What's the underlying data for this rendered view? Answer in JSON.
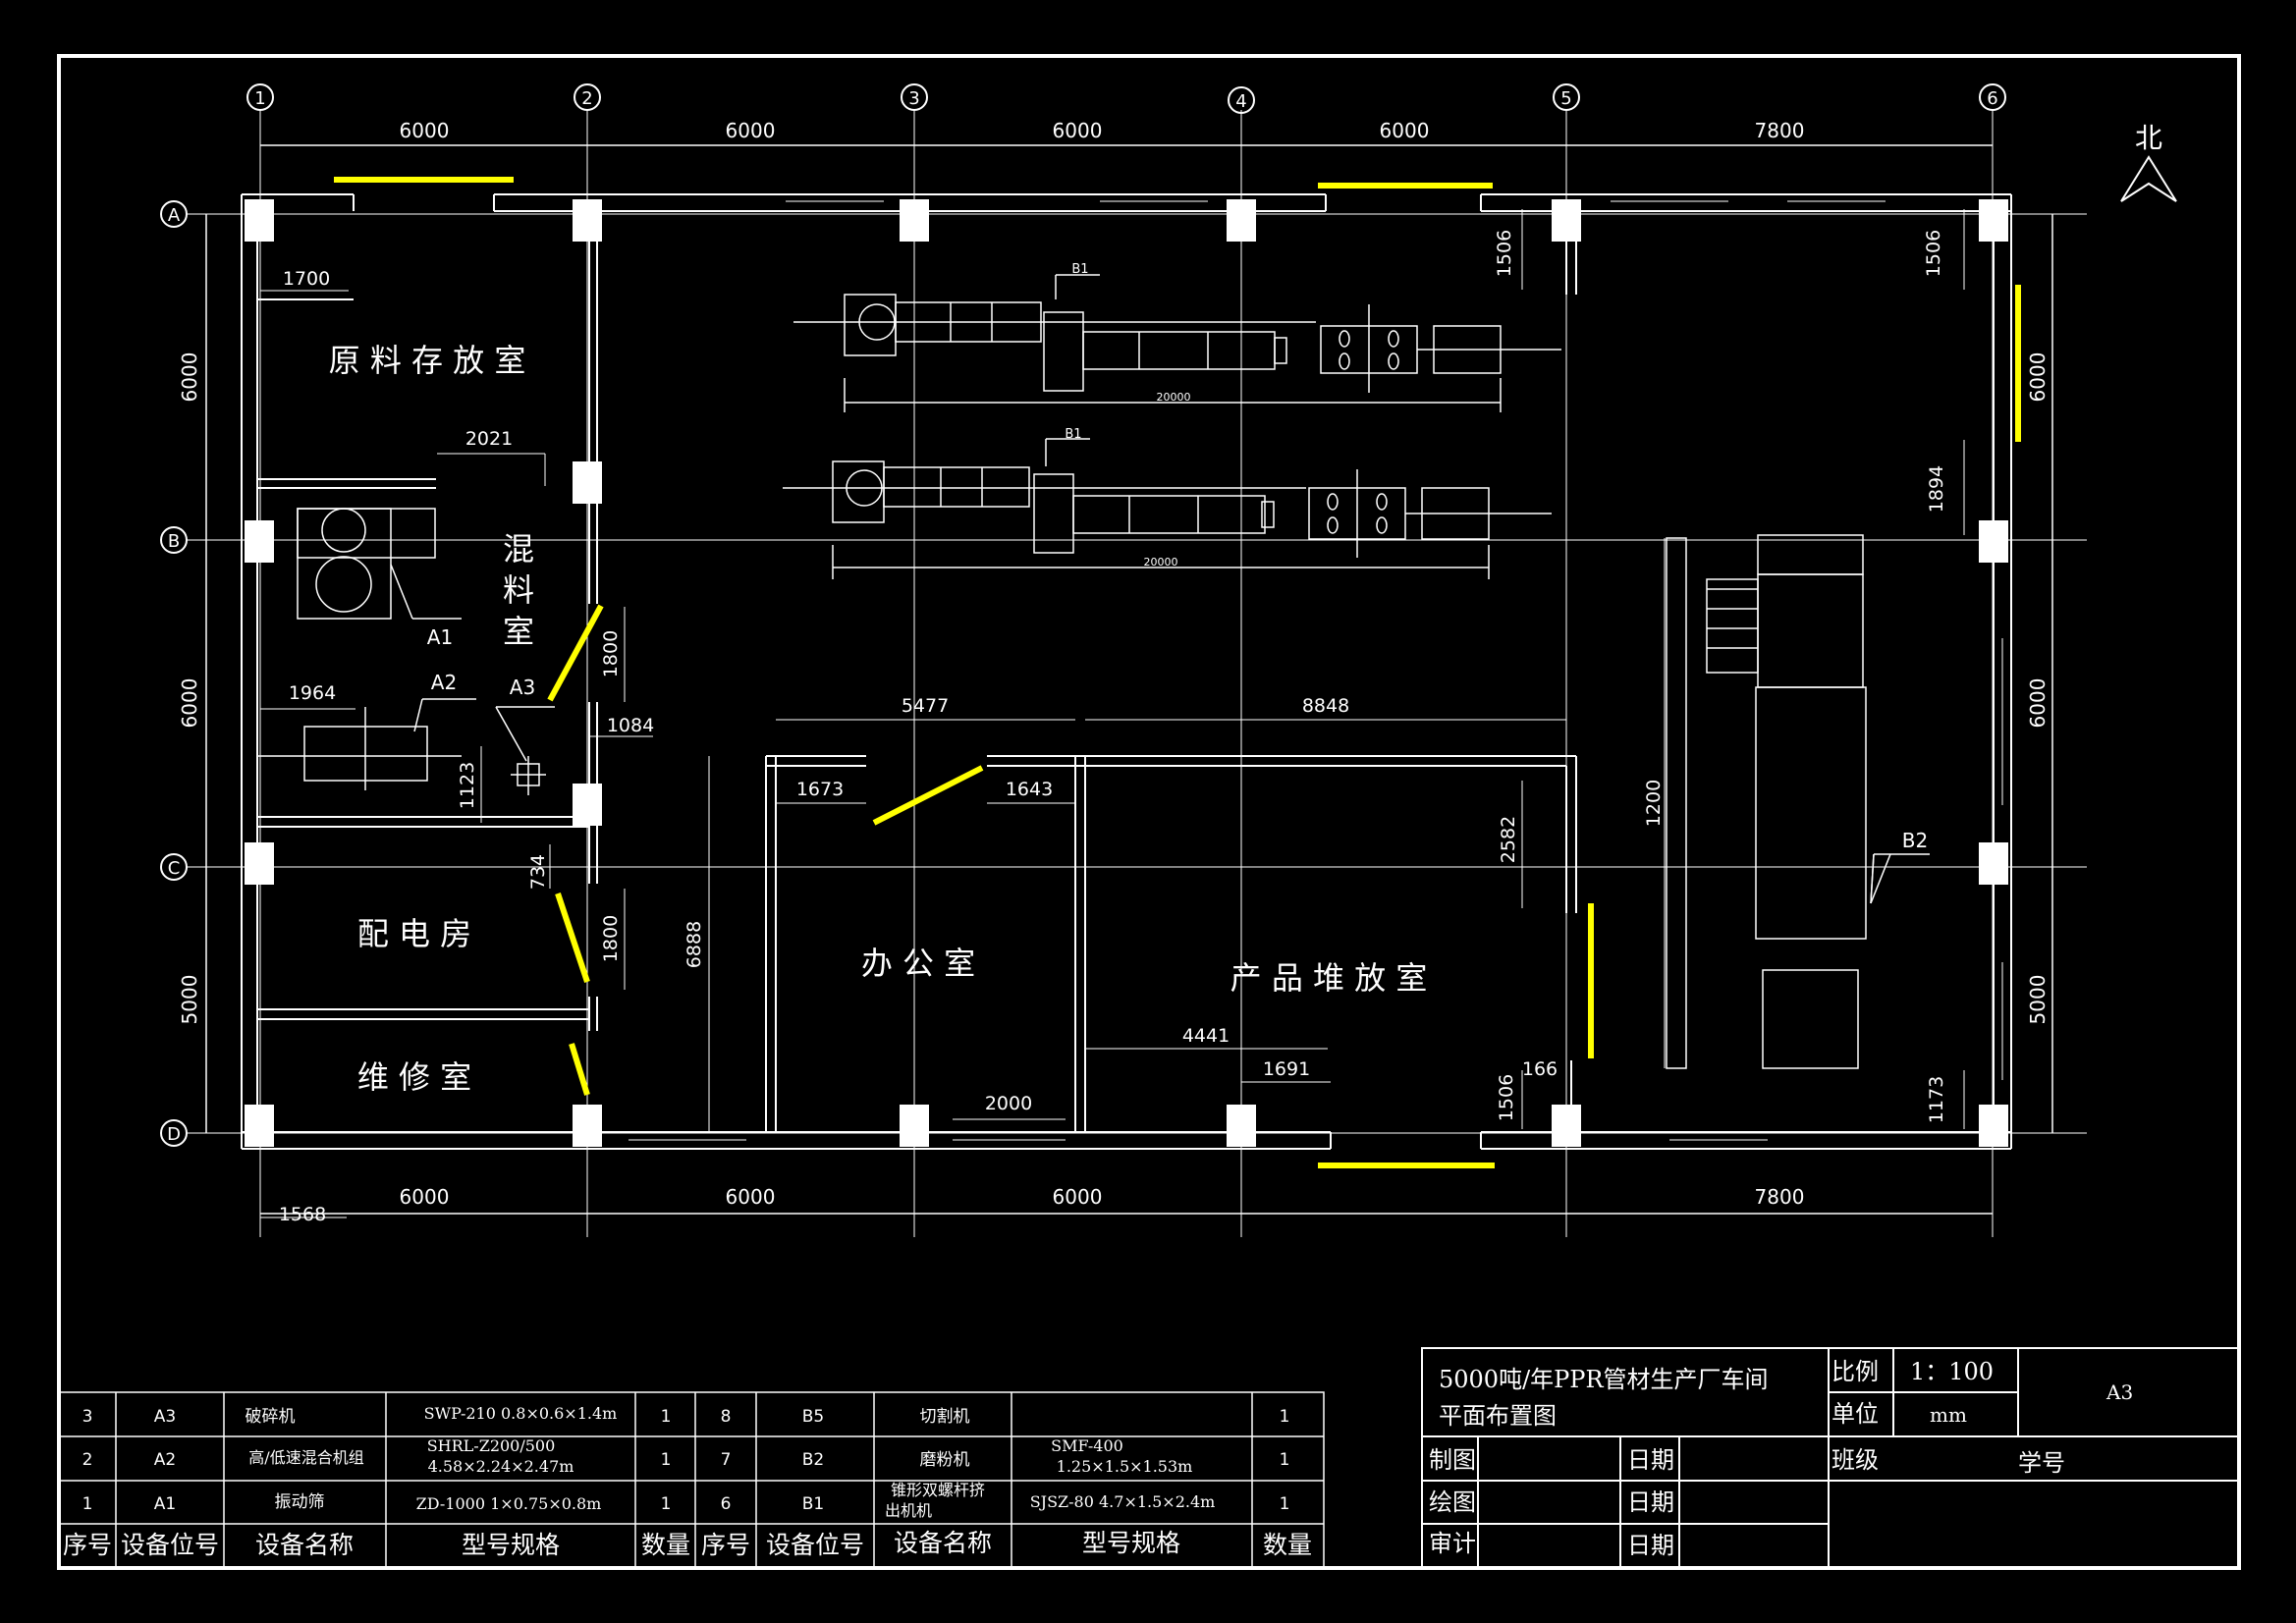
{
  "grid": {
    "columns": [
      "1",
      "2",
      "3",
      "4",
      "5",
      "6"
    ],
    "rows": [
      "A",
      "B",
      "C",
      "D"
    ]
  },
  "north": "北",
  "dims": {
    "top": [
      "6000",
      "6000",
      "6000",
      "6000",
      "7800"
    ],
    "bottom": [
      "6000",
      "6000",
      "6000",
      "7800"
    ],
    "left": [
      "6000",
      "6000",
      "5000"
    ],
    "right": [
      "6000",
      "6000",
      "5000"
    ],
    "d1700": "1700",
    "d2021": "2021",
    "d1964": "1964",
    "d1123": "1123",
    "d734": "734",
    "d1800a": "1800",
    "d1800b": "1800",
    "d1084": "1084",
    "d1568": "1568",
    "d5477": "5477",
    "d8848": "8848",
    "d1673": "1673",
    "d1643": "1643",
    "d6888": "6888",
    "d2000": "2000",
    "d4441": "4441",
    "d1691": "1691",
    "d2582": "2582",
    "d1506a": "1506",
    "d1506b": "1506",
    "d1506c": "1506",
    "d166": "166",
    "d1894": "1894",
    "d1173": "1173",
    "d1200": "1200",
    "d20000a": "20000",
    "d20000b": "20000"
  },
  "rooms": {
    "raw": "原 料 存 放 室",
    "mix": [
      "混",
      "料",
      "室"
    ],
    "power": "配    电    房",
    "repair": "维    修    室",
    "office": "办    公    室",
    "product": "产    品    堆    放    室"
  },
  "equipment_tags": {
    "a1": "A1",
    "a2": "A2",
    "a3": "A3",
    "b1a": "B1",
    "b1b": "B1",
    "b2": "B2"
  },
  "title_block": {
    "title_line1": "5000吨/年PPR管材生产厂车间",
    "title_line2": "平面布置图",
    "scale_label": "比例",
    "scale_value": "1：100",
    "unit_label": "单位",
    "unit_value": "mm",
    "size": "A3",
    "class_label": "班级",
    "student_label": "学号",
    "drawn_label": "制图",
    "plot_label": "绘图",
    "review_label": "审计",
    "date_label": "日期"
  },
  "equipment_table": {
    "headers": [
      "序号",
      "设备位号",
      "设备名称",
      "型号规格",
      "数量",
      "序号",
      "设备位号",
      "设备名称",
      "型号规格",
      "数量"
    ],
    "rows": [
      {
        "no": "3",
        "tag": "A3",
        "name": "破碎机",
        "spec": "SWP-210 0.8×0.6×1.4m",
        "spec2": "",
        "qty": "1",
        "no2": "8",
        "tag2": "B5",
        "name2": "切割机",
        "name2b": "",
        "spec_r": "",
        "spec_r2": "",
        "qty2": "1"
      },
      {
        "no": "2",
        "tag": "A2",
        "name": "高/低速混合机组",
        "spec": "SHRL-Z200/500",
        "spec2": "4.58×2.24×2.47m",
        "qty": "1",
        "no2": "7",
        "tag2": "B2",
        "name2": "磨粉机",
        "name2b": "",
        "spec_r": "SMF-400",
        "spec_r2": "1.25×1.5×1.53m",
        "qty2": "1"
      },
      {
        "no": "1",
        "tag": "A1",
        "name": "振动筛",
        "spec": "ZD-1000 1×0.75×0.8m",
        "spec2": "",
        "qty": "1",
        "no2": "6",
        "tag2": "B1",
        "name2": "锥形双螺杆挤",
        "name2b": "出机机",
        "spec_r": "SJSZ-80  4.7×1.5×2.4m",
        "spec_r2": "",
        "qty2": "1"
      }
    ]
  },
  "colors": {
    "line": "#ffffff",
    "accent": "#ffff00",
    "background": "#000000"
  }
}
